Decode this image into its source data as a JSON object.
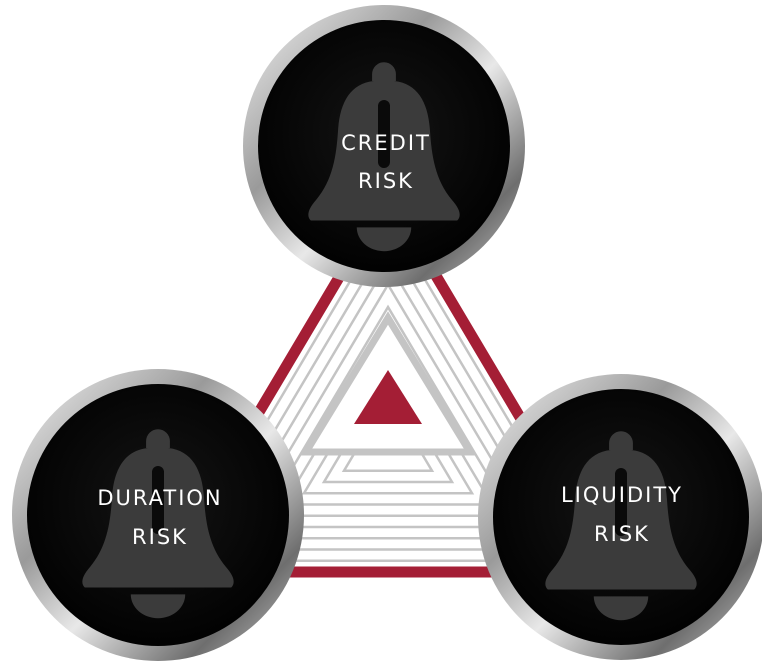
{
  "risks": [
    {
      "id": "credit",
      "line1": "CREDIT",
      "line2": "RISK",
      "icon": "bell-icon"
    },
    {
      "id": "duration",
      "line1": "DURATION",
      "line2": "RISK",
      "icon": "bell-icon"
    },
    {
      "id": "liquidity",
      "line1": "LIQUIDITY",
      "line2": "RISK",
      "icon": "bell-icon"
    }
  ],
  "colors": {
    "accent_red": "#a41e35",
    "circle_fill": "#0a0a0a",
    "bell": "#3b3b3b",
    "ring_light": "#f2f2f2",
    "ring_dark": "#7a7a7a",
    "stripe_gray": "#c4c4c4",
    "label_text": "#ffffff"
  }
}
